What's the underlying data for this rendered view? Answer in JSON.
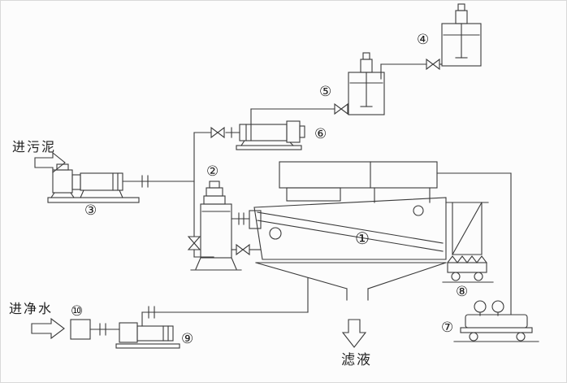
{
  "diagram": {
    "colors": {
      "line": "#3a3a3a",
      "text": "#1f1f1f",
      "background": "#fcfcfc",
      "border": "#d9d9d9"
    },
    "labels": {
      "sludge_in": "进污泥",
      "water_in": "进净水",
      "filtrate": "滤液"
    },
    "tags": {
      "press": "①",
      "mixing_tank": "②",
      "sludge_pump": "③",
      "dissolving_tank_upper": "④",
      "dissolving_tank_lower": "⑤",
      "dosing_pump": "⑥",
      "air_compressor": "⑦",
      "discharge_trolley": "⑧",
      "wash_water_pump": "⑨",
      "water_inlet_device": "⑩"
    }
  }
}
